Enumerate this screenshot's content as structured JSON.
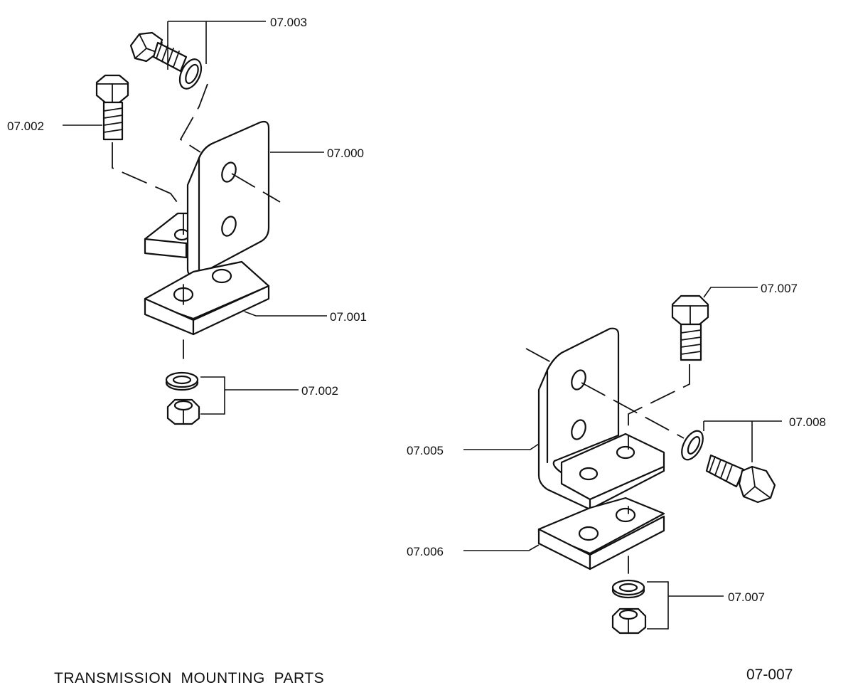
{
  "caption": "TRANSMISSION  MOUNTING  PARTS",
  "page_number": "07-007",
  "callouts": {
    "bracket_left": "07.000",
    "spacer_left": "07.001",
    "bolt_left_vertical": "07.002",
    "nut_washer_left": "07.002",
    "bolt_washer_left_top": "07.003",
    "bracket_right": "07.005",
    "spacer_right": "07.006",
    "bolt_right_vertical": "07.007",
    "nut_washer_right": "07.007",
    "bolt_washer_right_side": "07.008"
  }
}
